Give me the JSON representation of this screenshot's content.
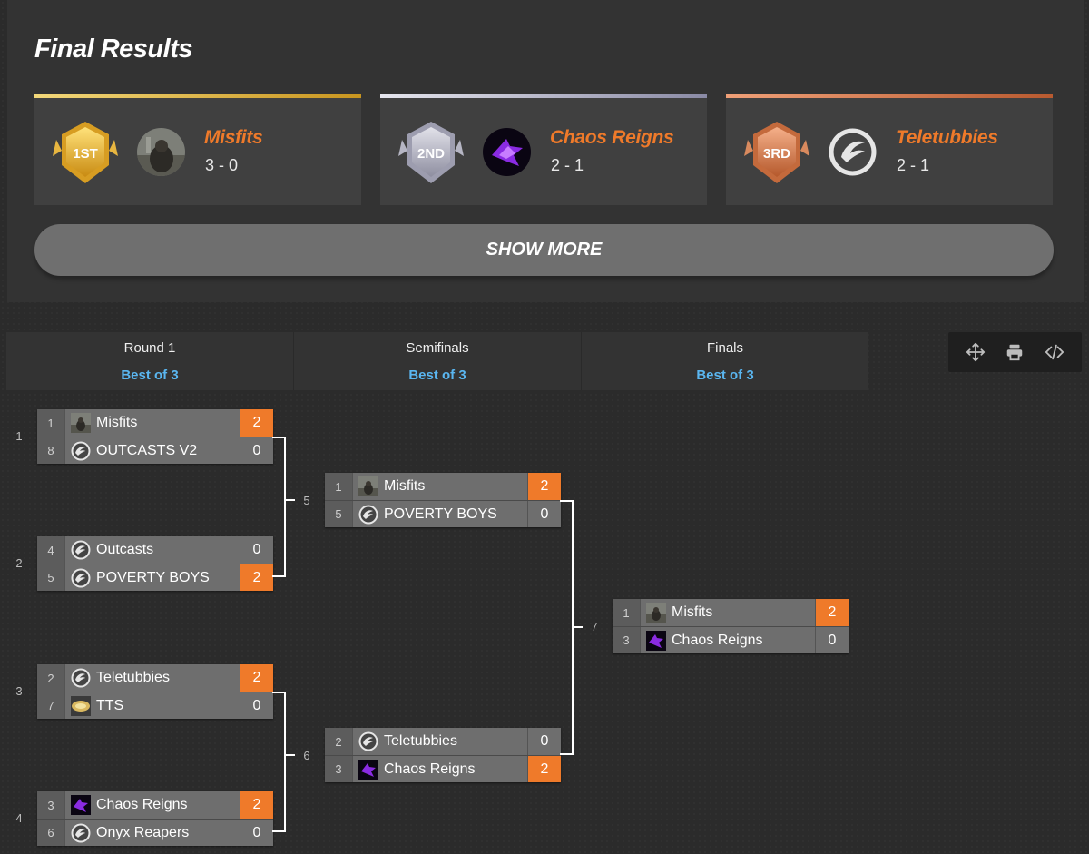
{
  "results": {
    "title": "Final Results",
    "places": [
      {
        "badge": "1ST",
        "name": "Misfits",
        "score": "3 - 0"
      },
      {
        "badge": "2ND",
        "name": "Chaos Reigns",
        "score": "2 - 1"
      },
      {
        "badge": "3RD",
        "name": "Teletubbies",
        "score": "2 - 1"
      }
    ],
    "show_more": "SHOW MORE"
  },
  "rounds": [
    {
      "name": "Round 1",
      "format": "Best of 3"
    },
    {
      "name": "Semifinals",
      "format": "Best of 3"
    },
    {
      "name": "Finals",
      "format": "Best of 3"
    }
  ],
  "toolbar": {
    "icons": [
      "move-icon",
      "print-icon",
      "code-icon"
    ]
  },
  "colors": {
    "accent": "#ef7a2a",
    "link": "#5ab6f0",
    "gold": "#e0ac2a",
    "silver": "#a7a7b5",
    "bronze": "#d97a4c"
  },
  "matches": [
    {
      "number": "1",
      "teams": [
        {
          "seed": "1",
          "name": "Misfits",
          "score": "2",
          "logo": "misfits",
          "win": true
        },
        {
          "seed": "8",
          "name": "OUTCASTS V2",
          "score": "0",
          "logo": "wing",
          "win": false
        }
      ]
    },
    {
      "number": "2",
      "teams": [
        {
          "seed": "4",
          "name": "Outcasts",
          "score": "0",
          "logo": "wing",
          "win": false
        },
        {
          "seed": "5",
          "name": "POVERTY BOYS",
          "score": "2",
          "logo": "wing",
          "win": true
        }
      ]
    },
    {
      "number": "3",
      "teams": [
        {
          "seed": "2",
          "name": "Teletubbies",
          "score": "2",
          "logo": "wing",
          "win": true
        },
        {
          "seed": "7",
          "name": "TTS",
          "score": "0",
          "logo": "tts",
          "win": false
        }
      ]
    },
    {
      "number": "4",
      "teams": [
        {
          "seed": "3",
          "name": "Chaos Reigns",
          "score": "2",
          "logo": "chaos",
          "win": true
        },
        {
          "seed": "6",
          "name": "Onyx Reapers",
          "score": "0",
          "logo": "wing",
          "win": false
        }
      ]
    },
    {
      "number": "5",
      "teams": [
        {
          "seed": "1",
          "name": "Misfits",
          "score": "2",
          "logo": "misfits",
          "win": true
        },
        {
          "seed": "5",
          "name": "POVERTY BOYS",
          "score": "0",
          "logo": "wing",
          "win": false
        }
      ]
    },
    {
      "number": "6",
      "teams": [
        {
          "seed": "2",
          "name": "Teletubbies",
          "score": "0",
          "logo": "wing",
          "win": false
        },
        {
          "seed": "3",
          "name": "Chaos Reigns",
          "score": "2",
          "logo": "chaos",
          "win": true
        }
      ]
    },
    {
      "number": "7",
      "teams": [
        {
          "seed": "1",
          "name": "Misfits",
          "score": "2",
          "logo": "misfits",
          "win": true
        },
        {
          "seed": "3",
          "name": "Chaos Reigns",
          "score": "0",
          "logo": "chaos",
          "win": false
        }
      ]
    }
  ]
}
